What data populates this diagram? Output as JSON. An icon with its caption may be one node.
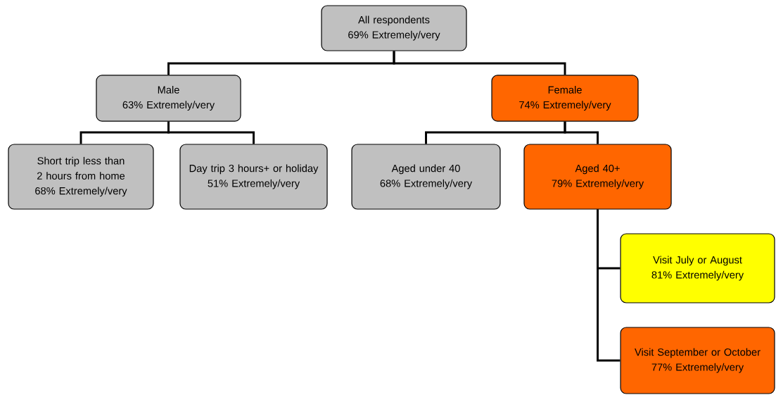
{
  "diagram": {
    "nodes": [
      {
        "text": [
          "All respondents",
          "69% Extremely/very"
        ]
      },
      {
        "text": [
          "Male",
          "63% Extremely/very"
        ]
      },
      {
        "text": [
          "Female",
          "74% Extremely/very"
        ]
      },
      {
        "text": [
          "Short trip less than 2 hours from home",
          "68% Extremely/very"
        ]
      },
      {
        "text": [
          "Day trip 3 hours+ or holiday",
          "51% Extremely/very"
        ]
      },
      {
        "text": [
          "Aged under 40",
          "68% Extremely/very"
        ]
      },
      {
        "text": [
          "Aged 40+",
          "79% Extremely/very"
        ]
      },
      {
        "text": [
          "Visit July or August",
          "81% Extremely/very"
        ]
      },
      {
        "text": [
          "Visit September or October",
          "77% Extremely/very"
        ]
      }
    ],
    "edges": [
      {
        "from": 0,
        "to": 1,
        "arrow": "none"
      },
      {
        "from": 0,
        "to": 2,
        "arrow": "none"
      },
      {
        "from": 1,
        "to": 3,
        "arrow": "none"
      },
      {
        "from": 1,
        "to": 4,
        "arrow": "none"
      },
      {
        "from": 2,
        "to": 5,
        "arrow": "none"
      },
      {
        "from": 2,
        "to": 6,
        "arrow": "none"
      },
      {
        "from": 6,
        "to": 7,
        "arrow": "none"
      },
      {
        "from": 6,
        "to": 8,
        "arrow": "none"
      }
    ]
  }
}
